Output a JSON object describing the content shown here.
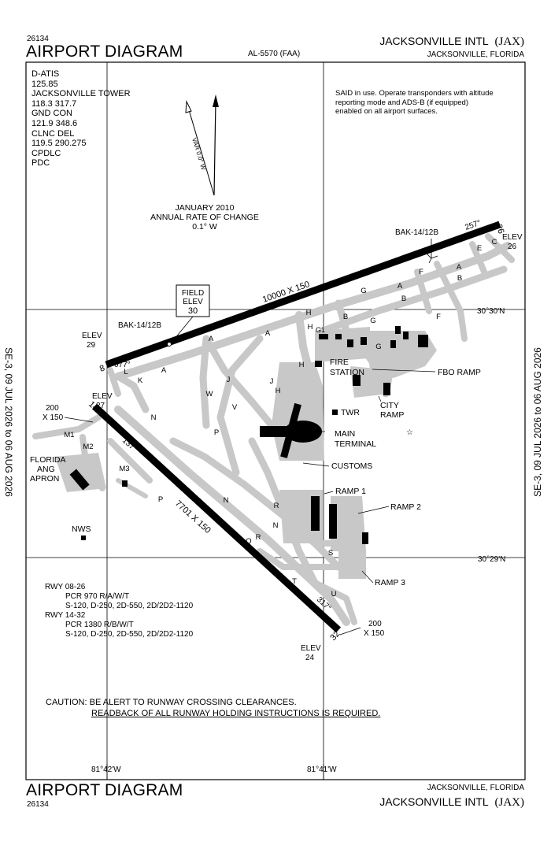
{
  "header": {
    "doc_number": "26134",
    "title": "AIRPORT DIAGRAM",
    "al_number": "AL-5570 (FAA)",
    "airport_name": "JACKSONVILLE INTL",
    "airport_code": "(JAX)",
    "city_state": "JACKSONVILLE, FLORIDA"
  },
  "footer": {
    "title": "AIRPORT DIAGRAM",
    "doc_number": "26134",
    "city_state": "JACKSONVILLE, FLORIDA",
    "airport_name": "JACKSONVILLE INTL",
    "airport_code": "(JAX)"
  },
  "effective_dates": "SE-3, 09 JUL 2026 to 06 AUG 2026",
  "frequencies": [
    "D-ATIS",
    "125.85",
    "JACKSONVILLE TOWER",
    "118.3 317.7",
    "GND CON",
    "121.9 348.6",
    "CLNC DEL",
    "119.5 290.275",
    "CPDLC",
    "PDC"
  ],
  "said_note": [
    "SAID in use. Operate transponders with altitude",
    "reporting mode and ADS-B (if equipped)",
    "enabled on all airport surfaces."
  ],
  "magnetic": {
    "variation_label": "VAR 0.0° W",
    "date": "JANUARY 2010",
    "rate_label": "ANNUAL RATE OF CHANGE",
    "rate_value": "0.1° W"
  },
  "field_elev": {
    "label1": "FIELD",
    "label2": "ELEV",
    "value": "30"
  },
  "coordinates": {
    "lat_north": "30°30'N",
    "lat_south": "30°29'N",
    "lon_west": "81°42'W",
    "lon_east": "81°41'W"
  },
  "runways": [
    {
      "id": "08-26",
      "dims": "10000 X 150",
      "end_a": "8",
      "end_b": "26",
      "elev_a": "29",
      "elev_b": "26",
      "hdg_a": "077°",
      "hdg_b": "257°",
      "arrest_a": "BAK-14/12B",
      "arrest_b": "BAK-14/12B"
    },
    {
      "id": "14-32",
      "dims": "7701 X 150",
      "end_a": "14",
      "end_b": "32",
      "elev_a": "27",
      "elev_b": "24",
      "hdg_a": "137°",
      "hdg_b": "317°",
      "blast_a": "200\nX 150",
      "blast_b": "200\nX 150"
    }
  ],
  "elev_label": "ELEV",
  "blast_pad_a": [
    "200",
    "X 150"
  ],
  "blast_pad_b": [
    "200",
    "X 150"
  ],
  "taxiways": [
    "A",
    "A",
    "A",
    "A",
    "B",
    "B",
    "B",
    "C",
    "E",
    "F",
    "F",
    "G",
    "G",
    "G",
    "G1",
    "H",
    "H",
    "H",
    "J",
    "J",
    "K",
    "L",
    "M1",
    "M2",
    "M3",
    "N",
    "N",
    "N",
    "P",
    "P",
    "Q",
    "R",
    "R",
    "S",
    "T",
    "U",
    "V",
    "W"
  ],
  "facilities": {
    "fire_station": [
      "FIRE",
      "STATION"
    ],
    "fbo_ramp": "FBO RAMP",
    "city_ramp": [
      "CITY",
      "RAMP"
    ],
    "twr": "TWR",
    "main_terminal": [
      "MAIN",
      "TERMINAL"
    ],
    "customs": "CUSTOMS",
    "ramp1": "RAMP 1",
    "ramp2": "RAMP 2",
    "ramp3": "RAMP 3",
    "florida_ang": [
      "FLORIDA",
      "ANG",
      "APRON"
    ],
    "nws": "NWS"
  },
  "runway_data": [
    {
      "label": "RWY 08-26",
      "line1": "PCR 970 R/A/W/T",
      "line2": "S-120, D-250, 2D-550, 2D/2D2-1120"
    },
    {
      "label": "RWY 14-32",
      "line1": "PCR 1380 R/B/W/T",
      "line2": "S-120, D-250, 2D-550, 2D/2D2-1120"
    }
  ],
  "caution": {
    "line1": "CAUTION: BE ALERT TO RUNWAY CROSSING CLEARANCES.",
    "line2": "READBACK OF ALL RUNWAY HOLDING INSTRUCTIONS IS REQUIRED."
  }
}
